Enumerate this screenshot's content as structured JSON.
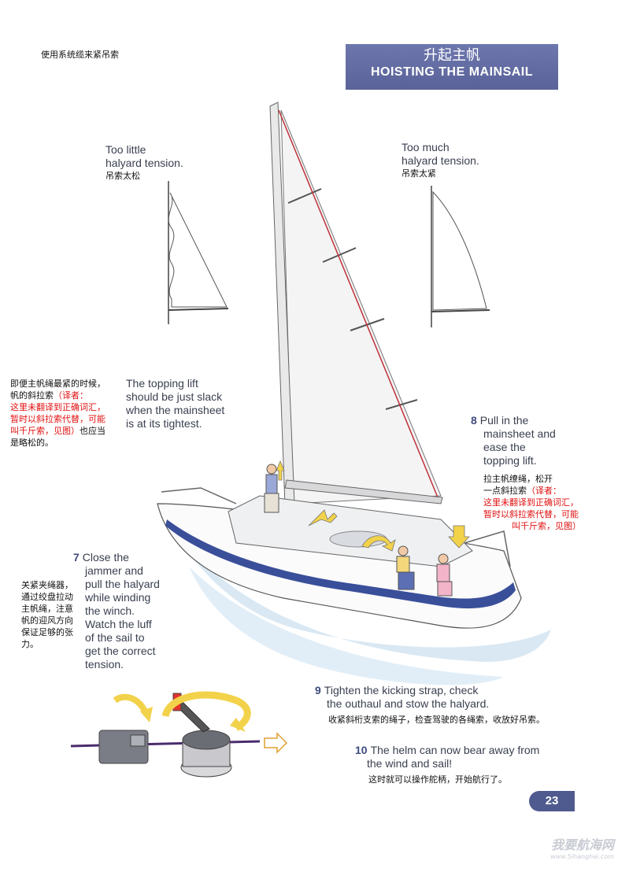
{
  "header": {
    "subtitle_cn": "使用系统缆来紧吊索",
    "title_cn": "升起主帆",
    "title_en": "HOISTING THE MAINSAIL"
  },
  "captions": {
    "too_little": {
      "en_line1": "Too little",
      "en_line2": "halyard tension.",
      "cn": "吊索太松"
    },
    "too_much": {
      "en_line1": "Too much",
      "en_line2": "halyard tension.",
      "cn": "吊索太紧"
    },
    "topping_lift": {
      "en_lines": [
        "The topping lift",
        "should be just slack",
        "when the mainsheet",
        "is at its tightest."
      ],
      "cn_lines": [
        {
          "text": "即便主帆绳最紧的时候，",
          "red": false
        },
        {
          "text": "帆的斜拉索（译者：",
          "red": false,
          "red_part": "（译者："
        },
        {
          "text": "这里未翻译到正确词汇，",
          "red": true
        },
        {
          "text": "暂时以斜拉索代替，可能",
          "red": true
        },
        {
          "text": "叫千斤索，见图）也应当",
          "red": false,
          "red_part": "叫千斤索，见图）"
        },
        {
          "text": "是略松的。",
          "red": false
        }
      ]
    }
  },
  "steps": [
    {
      "number": "7",
      "en_lines": [
        "Close the",
        "jammer and",
        "pull the halyard",
        "while winding",
        "the winch.",
        "Watch the luff",
        "of the sail to",
        "get the correct",
        "tension."
      ],
      "cn_lines": [
        "关紧夹绳器，",
        "通过绞盘拉动",
        "主帆绳，注意",
        "帆的迎风方向",
        "保证足够的张",
        "力。"
      ]
    },
    {
      "number": "8",
      "en_lines": [
        "Pull in the",
        "mainsheet and",
        "ease the",
        "topping lift."
      ],
      "cn_lines": [
        {
          "text": "拉主帆缭绳，松开",
          "red": false
        },
        {
          "text": "一点斜拉索（译者：",
          "red": false,
          "red_part": "（译者："
        },
        {
          "text": "这里未翻译到正确词汇，",
          "red": true
        },
        {
          "text": "暂时以斜拉索代替，可能",
          "red": true
        },
        {
          "text": "叫千斤索，见图）",
          "red": true
        }
      ]
    },
    {
      "number": "9",
      "en_lines": [
        "Tighten the kicking strap, check",
        "the outhaul and stow the halyard."
      ],
      "cn": "收紧斜桁支索的绳子，检查驾驶的各绳索，收放好吊索。"
    },
    {
      "number": "10",
      "en_lines": [
        "The helm can now bear away from",
        "the wind and sail!"
      ],
      "cn": "这时就可以操作舵柄，开始航行了。"
    }
  ],
  "page_number": "23",
  "watermark": {
    "brand": "我要航海网",
    "url": "www.5ihanghai.com"
  },
  "colors": {
    "title_bg": "#5f69a0",
    "step_number": "#3f4b7e",
    "translator_note": "#e01010",
    "halyard_line": "#c0303a",
    "hull_stripe": "#3a4f9a",
    "arrow_yellow": "#f2d24a"
  }
}
